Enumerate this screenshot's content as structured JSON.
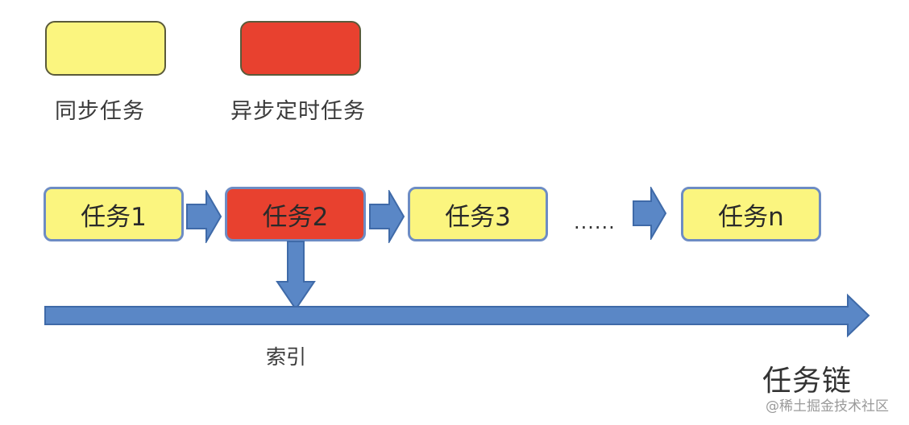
{
  "colors": {
    "sync": "#fbf57f",
    "async": "#e8412f",
    "arrow": "#5a87c6",
    "box_border": "#6d8cc4"
  },
  "legend": {
    "sync_label": "同步任务",
    "async_label": "异步定时任务"
  },
  "tasks": [
    {
      "label": "任务1",
      "type": "sync"
    },
    {
      "label": "任务2",
      "type": "async"
    },
    {
      "label": "任务3",
      "type": "sync"
    },
    {
      "label": "任务n",
      "type": "sync"
    }
  ],
  "ellipsis": "......",
  "index_label": "索引",
  "chain_label": "任务链",
  "watermark": "@稀土掘金技术社区"
}
